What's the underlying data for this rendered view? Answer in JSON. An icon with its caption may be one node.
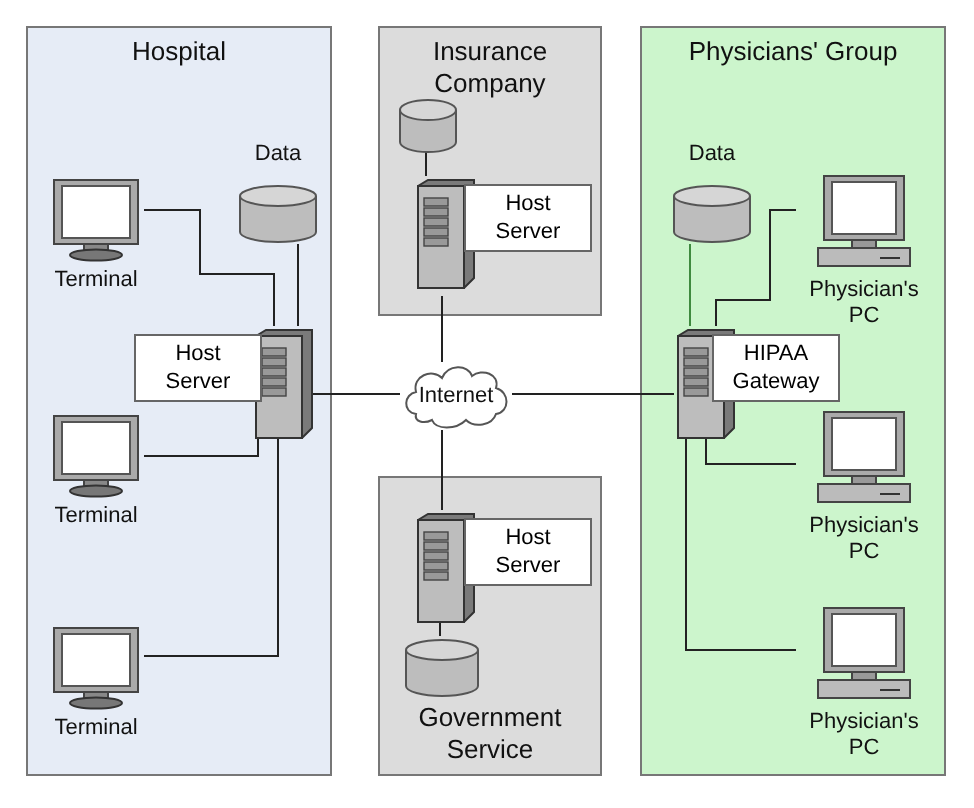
{
  "diagram": {
    "nodes": [
      {
        "text": [
          "Hospital"
        ]
      },
      {
        "text": [
          "Insurance Company"
        ]
      },
      {
        "text": [
          "Physicians' Group"
        ]
      },
      {
        "text": [
          "Data"
        ],
        "in": 0
      },
      {
        "text": [
          "Terminal"
        ],
        "in": 0
      },
      {
        "text": [
          "Host Server"
        ],
        "in": 0
      },
      {
        "text": [
          "Terminal"
        ],
        "in": 0
      },
      {
        "text": [
          "Terminal"
        ],
        "in": 0
      },
      {
        "text": [],
        "shape": "cylinder",
        "in": 1
      },
      {
        "text": [
          "Host Server"
        ],
        "in": 1
      },
      {
        "text": [
          "Data"
        ],
        "in": 2
      },
      {
        "text": [
          "Physician's PC"
        ],
        "in": 2
      },
      {
        "text": [
          "HIPAA Gateway"
        ],
        "in": 2
      },
      {
        "text": [
          "Physician's PC"
        ],
        "in": 2
      },
      {
        "text": [
          "Physician's PC"
        ],
        "in": 2
      },
      {
        "text": [
          "Internet"
        ]
      },
      {
        "text": [
          "Government Service"
        ]
      },
      {
        "text": [
          "Host Server"
        ],
        "in": 16
      },
      {
        "text": [],
        "shape": "cylinder",
        "in": 16
      }
    ],
    "edges": [
      {
        "from": 4,
        "to": 5,
        "arrow": "none"
      },
      {
        "from": 3,
        "to": 5,
        "arrow": "none"
      },
      {
        "from": 6,
        "to": 5,
        "arrow": "none"
      },
      {
        "from": 7,
        "to": 5,
        "arrow": "none"
      },
      {
        "from": 5,
        "to": 15,
        "arrow": "none"
      },
      {
        "from": 8,
        "to": 9,
        "arrow": "none"
      },
      {
        "from": 9,
        "to": 15,
        "arrow": "none"
      },
      {
        "from": 15,
        "to": 17,
        "arrow": "none"
      },
      {
        "from": 17,
        "to": 18,
        "arrow": "none"
      },
      {
        "from": 15,
        "to": 12,
        "arrow": "none"
      },
      {
        "from": 10,
        "to": 12,
        "arrow": "none",
        "color": "#3f8a3f"
      },
      {
        "from": 11,
        "to": 12,
        "arrow": "none"
      },
      {
        "from": 13,
        "to": 12,
        "arrow": "none"
      },
      {
        "from": 14,
        "to": 12,
        "arrow": "none"
      }
    ]
  }
}
